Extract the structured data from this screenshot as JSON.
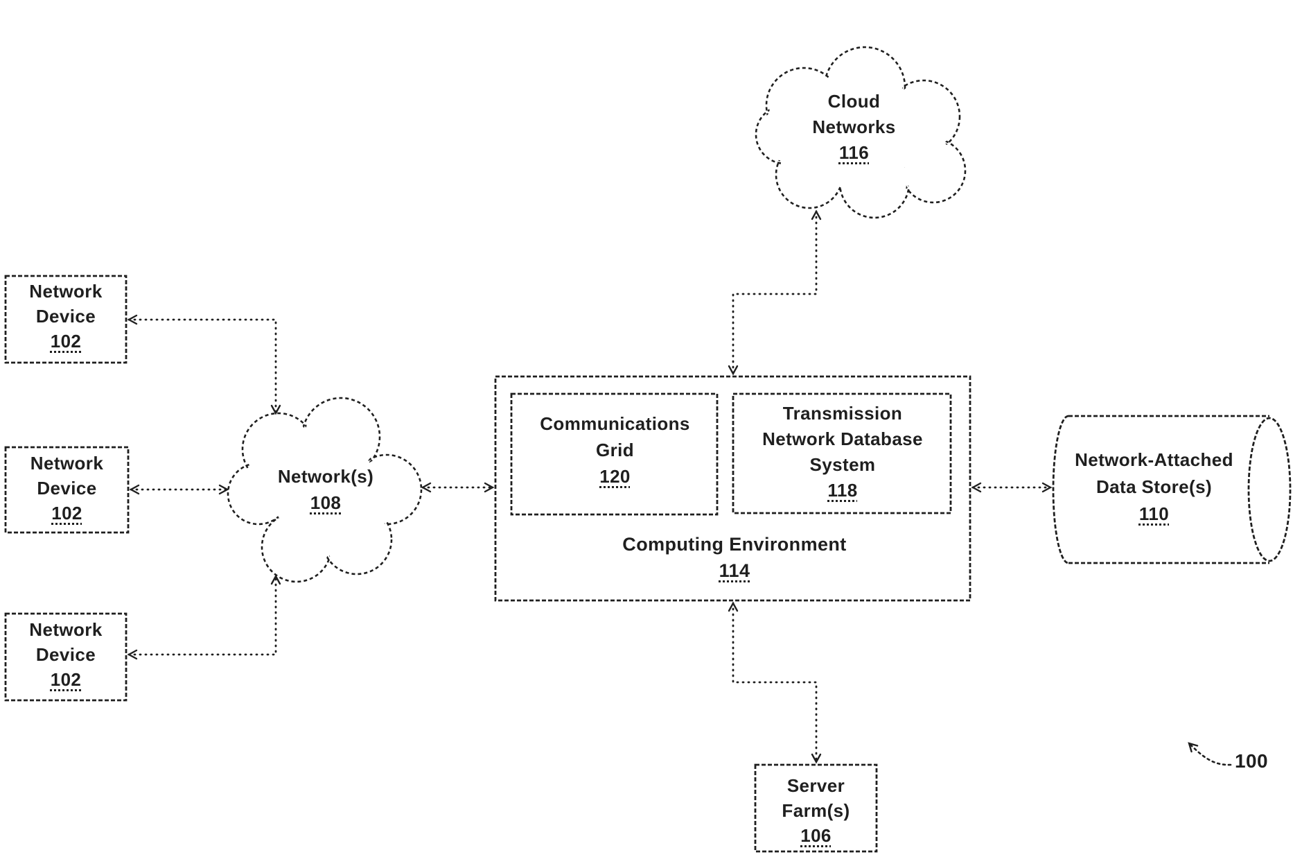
{
  "diagram": {
    "figure_ref": "100",
    "network_devices": [
      {
        "line1": "Network",
        "line2": "Device",
        "ref": "102"
      },
      {
        "line1": "Network",
        "line2": "Device",
        "ref": "102"
      },
      {
        "line1": "Network",
        "line2": "Device",
        "ref": "102"
      }
    ],
    "networks_cloud": {
      "line1": "Network(s)",
      "ref": "108"
    },
    "cloud_networks": {
      "line1": "Cloud",
      "line2": "Networks",
      "ref": "116"
    },
    "communications_grid": {
      "line1": "Communications",
      "line2": "Grid",
      "ref": "120"
    },
    "transmission_network_database_system": {
      "line1": "Transmission",
      "line2": "Network Database",
      "line3": "System",
      "ref": "118"
    },
    "computing_environment": {
      "line1": "Computing Environment",
      "ref": "114"
    },
    "network_attached_data_stores": {
      "line1": "Network-Attached",
      "line2": "Data Store(s)",
      "ref": "110"
    },
    "server_farms": {
      "line1": "Server",
      "line2": "Farm(s)",
      "ref": "106"
    },
    "colors": {
      "ink": "#1f1f1f",
      "background": "#ffffff"
    }
  }
}
